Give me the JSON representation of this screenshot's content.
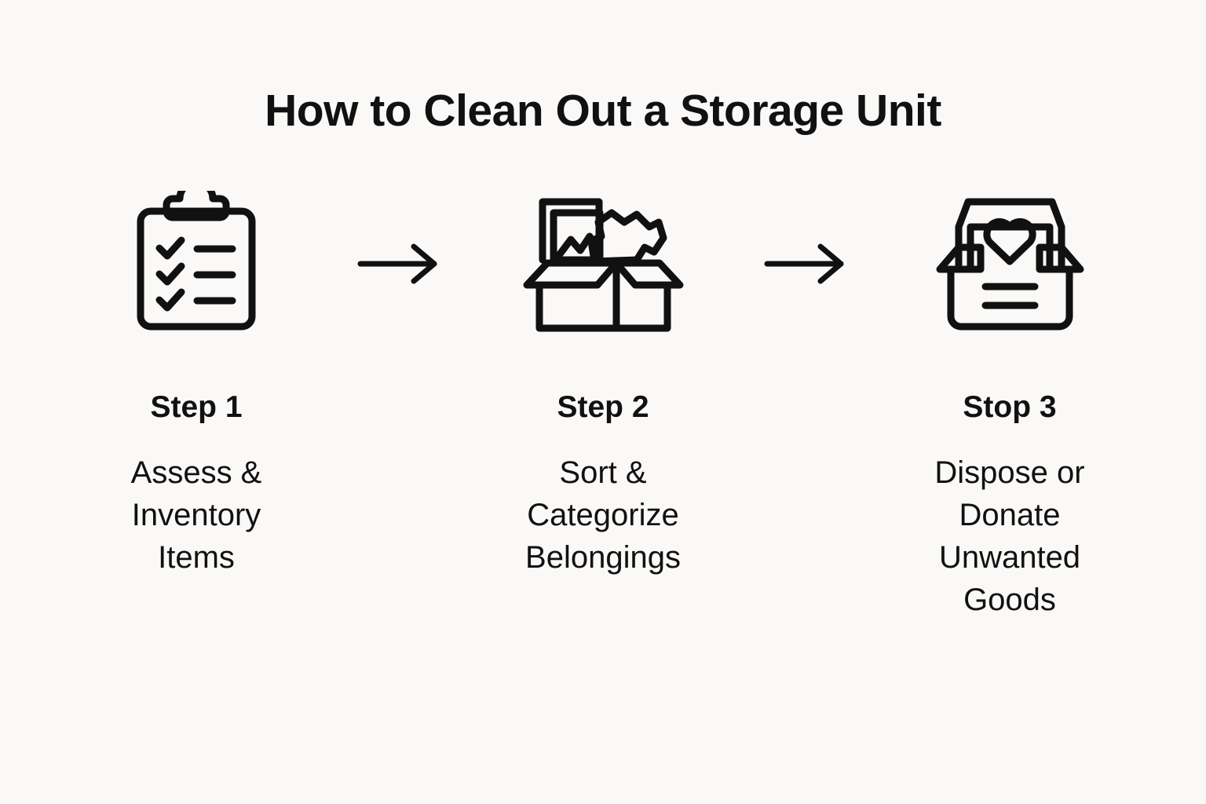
{
  "header": {
    "title": "How to Clean Out a Storage Unit"
  },
  "steps": [
    {
      "heading": "Step 1",
      "caption": "Assess & Inventory Items",
      "icon": "clipboard-checklist-icon"
    },
    {
      "heading": "Step 2",
      "caption": "Sort & Categorize Belongings",
      "icon": "open-box-with-items-icon"
    },
    {
      "heading": "Stop 3",
      "caption": "Dispose or Donate Unwanted Goods",
      "icon": "donation-box-heart-icon"
    }
  ],
  "connectors": [
    {
      "icon": "arrow-right-icon"
    },
    {
      "icon": "arrow-right-icon"
    }
  ],
  "colors": {
    "background": "#faf9f7",
    "ink": "#111111"
  }
}
